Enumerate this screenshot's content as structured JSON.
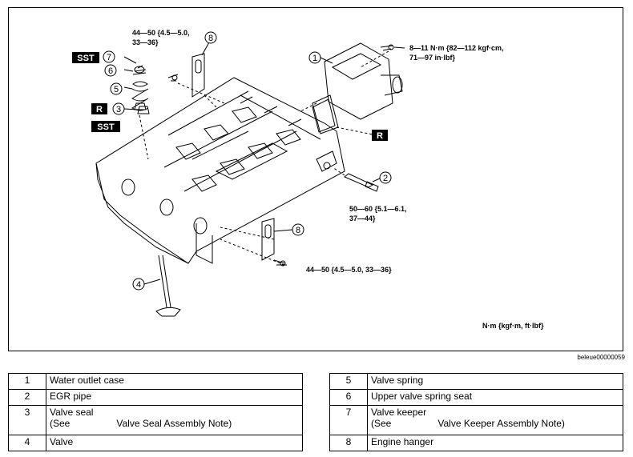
{
  "image_id": "beleue00000059",
  "unit_note": "N·m {kgf·m, ft·lbf}",
  "torque_labels": {
    "t_top_left": [
      "44—50 {4.5—5.0,",
      "33—36}"
    ],
    "t_top_right": [
      "8—11 N·m {82—112 kgf·cm,",
      "71—97 in·lbf}"
    ],
    "t_mid_right": [
      "50—60 {5.1—6.1,",
      "37—44}"
    ],
    "t_bottom": [
      "44—50 {4.5—5.0, 33—36}"
    ]
  },
  "badges": {
    "sst": "SST",
    "r": "R"
  },
  "callouts": [
    "1",
    "2",
    "3",
    "4",
    "5",
    "6",
    "7",
    "8",
    "8"
  ],
  "parts_left": [
    {
      "num": "1",
      "name": "Water outlet case"
    },
    {
      "num": "2",
      "name": "EGR pipe"
    },
    {
      "num": "3",
      "name": "Valve seal",
      "note_pre": "(See",
      "note_post": "Valve Seal Assembly Note)"
    },
    {
      "num": "4",
      "name": "Valve"
    }
  ],
  "parts_right": [
    {
      "num": "5",
      "name": "Valve spring"
    },
    {
      "num": "6",
      "name": "Upper valve spring seat"
    },
    {
      "num": "7",
      "name": "Valve keeper",
      "note_pre": "(See",
      "note_post": "Valve Keeper Assembly Note)"
    },
    {
      "num": "8",
      "name": "Engine hanger"
    }
  ]
}
